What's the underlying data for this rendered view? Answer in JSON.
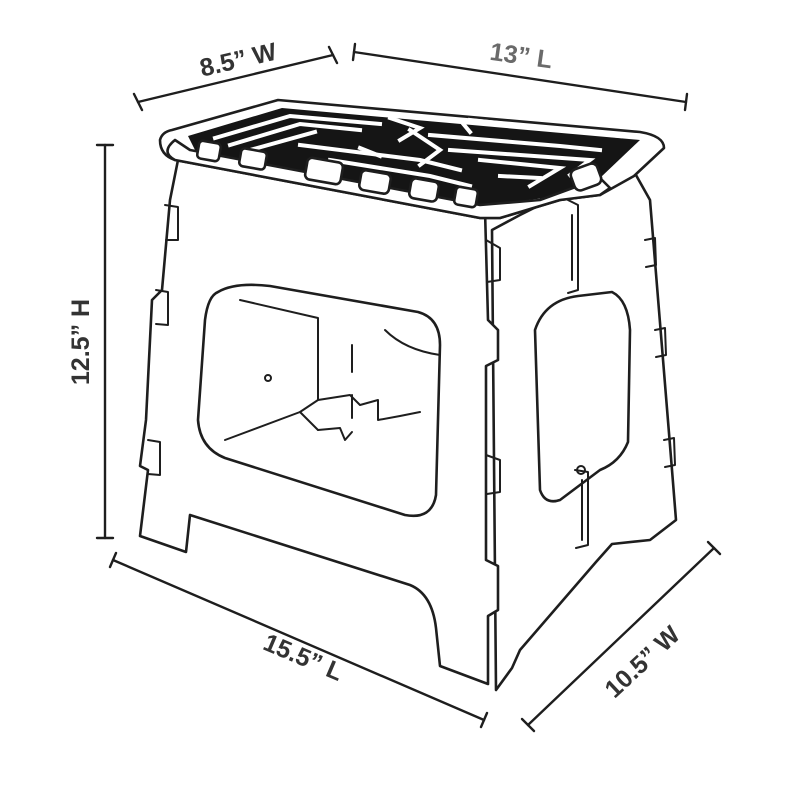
{
  "dimensions": {
    "top_width": "8.5” W",
    "top_length": "13” L",
    "height": "12.5” H",
    "base_length": "15.5” L",
    "base_width": "10.5” W"
  },
  "colors": {
    "line": "#1e1e1e",
    "top_dim_text": "#6a6a6a",
    "dark_text": "#333333",
    "grid_fill": "#151515"
  }
}
